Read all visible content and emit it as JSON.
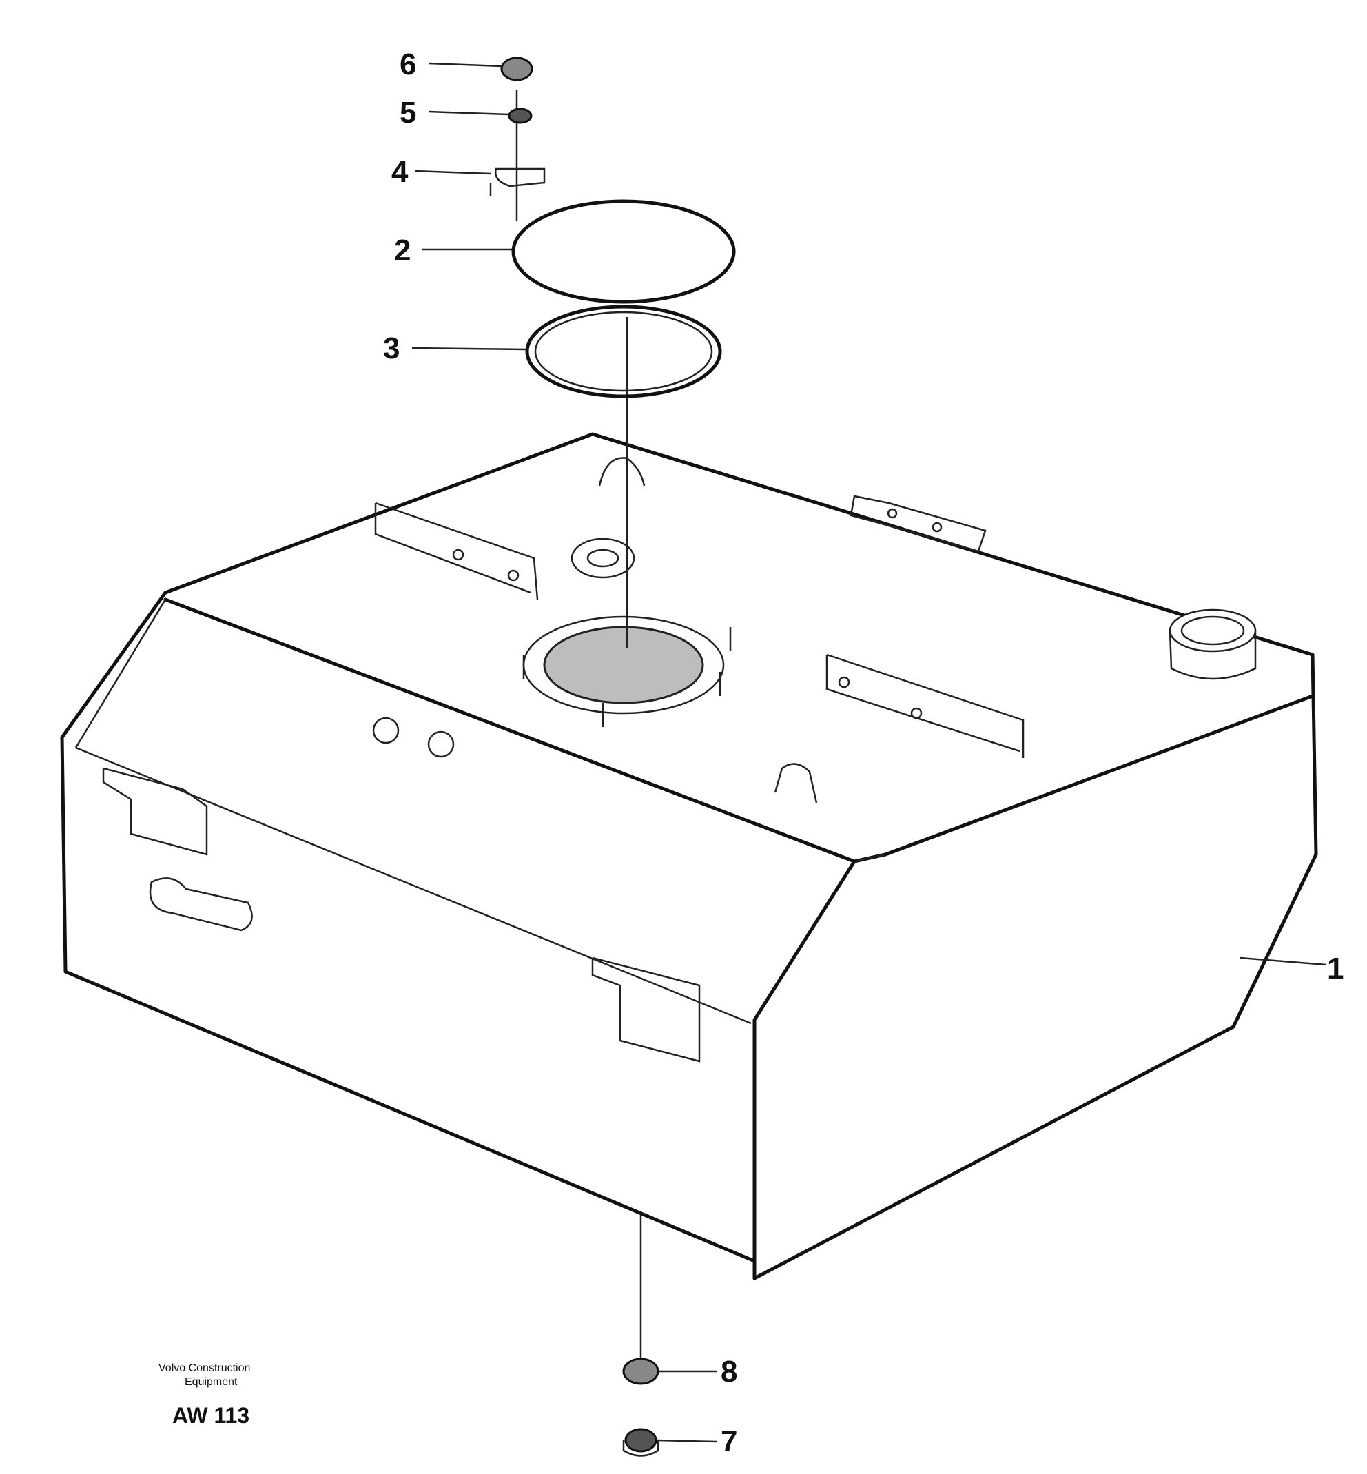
{
  "callouts": [
    "1",
    "2",
    "3",
    "4",
    "5",
    "6",
    "7",
    "8"
  ],
  "footer": {
    "caption_line1": "Volvo Construction",
    "caption_line2": "Equipment",
    "drawing_code": "AW 113"
  }
}
